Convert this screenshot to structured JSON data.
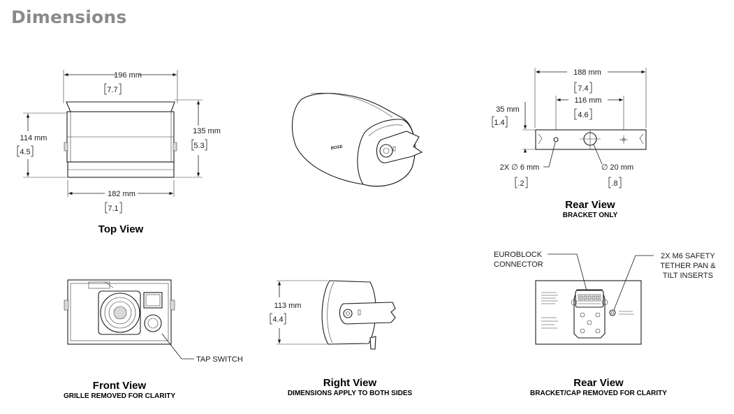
{
  "page": {
    "title": "Dimensions"
  },
  "views": {
    "top": {
      "caption": "Top View",
      "width_outer_mm": "196 mm",
      "width_outer_in": "7.7",
      "width_inner_mm": "182 mm",
      "width_inner_in": "7.1",
      "height_left_mm": "114 mm",
      "height_left_in": "4.5",
      "height_right_mm": "135 mm",
      "height_right_in": "5.3"
    },
    "rear_bracket": {
      "caption": "Rear View",
      "subcaption": "BRACKET ONLY",
      "width_outer_mm": "188 mm",
      "width_outer_in": "7.4",
      "width_inner_mm": "116 mm",
      "width_inner_in": "4.6",
      "height_mm": "35 mm",
      "height_in": "1.4",
      "hole_small_mm": "2X ∅ 6 mm",
      "hole_small_in": ".2",
      "hole_large_mm": "∅ 20 mm",
      "hole_large_in": ".8"
    },
    "front": {
      "caption": "Front View",
      "subcaption": "GRILLE REMOVED FOR CLARITY",
      "tap_switch_label": "TAP SWITCH"
    },
    "right": {
      "caption": "Right View",
      "subcaption": "DIMENSIONS APPLY TO BOTH SIDES",
      "height_mm": "113 mm",
      "height_in": "4.4"
    },
    "rear": {
      "caption": "Rear View",
      "subcaption": "BRACKET/CAP REMOVED FOR CLARITY",
      "euroblock_line1": "EUROBLOCK",
      "euroblock_line2": "CONNECTOR",
      "tether_line1": "2X M6 SAFETY",
      "tether_line2": "TETHER PAN &",
      "tether_line3": "TILT INSERTS"
    }
  },
  "colors": {
    "title": "#8a8a8a",
    "line": "#1a1a1a",
    "fill": "#ffffff"
  }
}
